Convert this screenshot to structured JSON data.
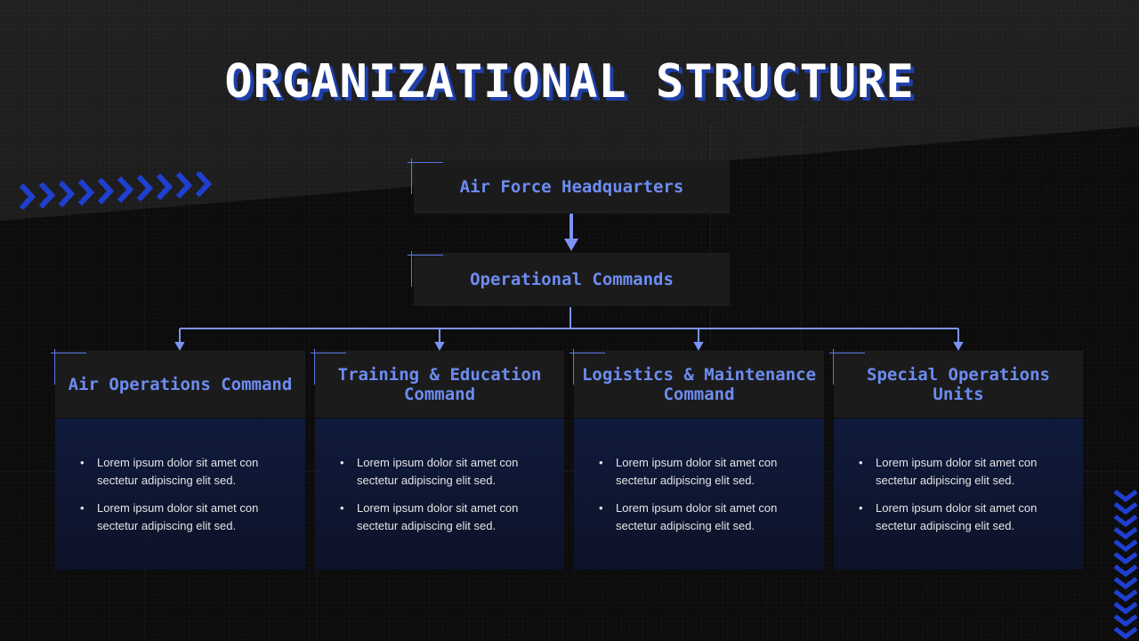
{
  "title": "ORGANIZATIONAL STRUCTURE",
  "root": "Air Force Headquarters",
  "level2": "Operational Commands",
  "units": [
    {
      "heading": "Air Operations Command",
      "bullets": [
        "Lorem ipsum dolor sit amet con sectetur adipiscing elit sed.",
        "Lorem ipsum dolor sit amet con sectetur adipiscing elit sed."
      ]
    },
    {
      "heading": "Training & Education Command",
      "bullets": [
        "Lorem ipsum dolor sit amet con sectetur adipiscing elit sed.",
        "Lorem ipsum dolor sit amet con sectetur adipiscing elit sed."
      ]
    },
    {
      "heading": "Logistics & Maintenance Command",
      "bullets": [
        "Lorem ipsum dolor sit amet con sectetur adipiscing elit sed.",
        "Lorem ipsum dolor sit amet con sectetur adipiscing elit sed."
      ]
    },
    {
      "heading": "Special Operations Units",
      "bullets": [
        "Lorem ipsum dolor sit amet con sectetur adipiscing elit sed.",
        "Lorem ipsum dolor sit amet con sectetur adipiscing elit sed."
      ]
    }
  ],
  "colors": {
    "accent": "#6d8cf0",
    "line": "#7b93f2",
    "chevron": "#1f3fd0",
    "box": "#1b1b1c"
  }
}
